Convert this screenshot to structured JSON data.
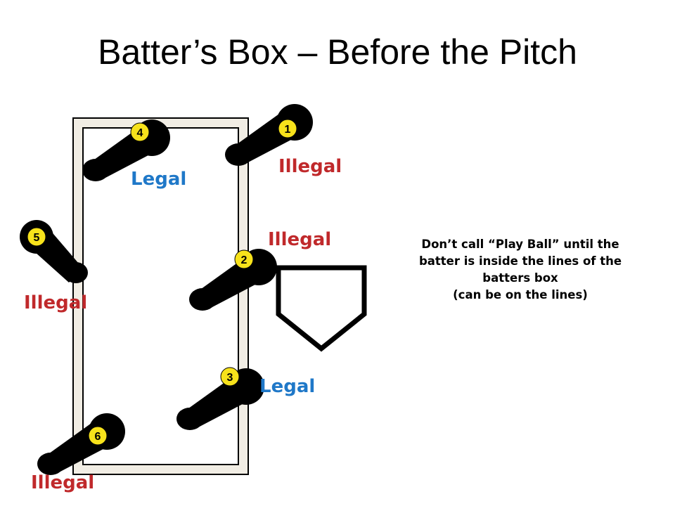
{
  "title": "Batter’s Box – Before the Pitch",
  "colors": {
    "legal": "#1f78c8",
    "illegal": "#c0292b",
    "box_fill": "#f1ede4",
    "foot_badge": "#f7e21b"
  },
  "footprints": [
    {
      "number": "1",
      "status": "Illegal"
    },
    {
      "number": "2",
      "status": "Illegal"
    },
    {
      "number": "3",
      "status": "Legal"
    },
    {
      "number": "4",
      "status": "Legal"
    },
    {
      "number": "5",
      "status": "Illegal"
    },
    {
      "number": "6",
      "status": "Illegal"
    }
  ],
  "note": {
    "line1": "Don’t call “Play Ball” until the",
    "line2": "batter is inside the lines of the",
    "line3": "batters box",
    "line4": "(can be on the lines)"
  }
}
